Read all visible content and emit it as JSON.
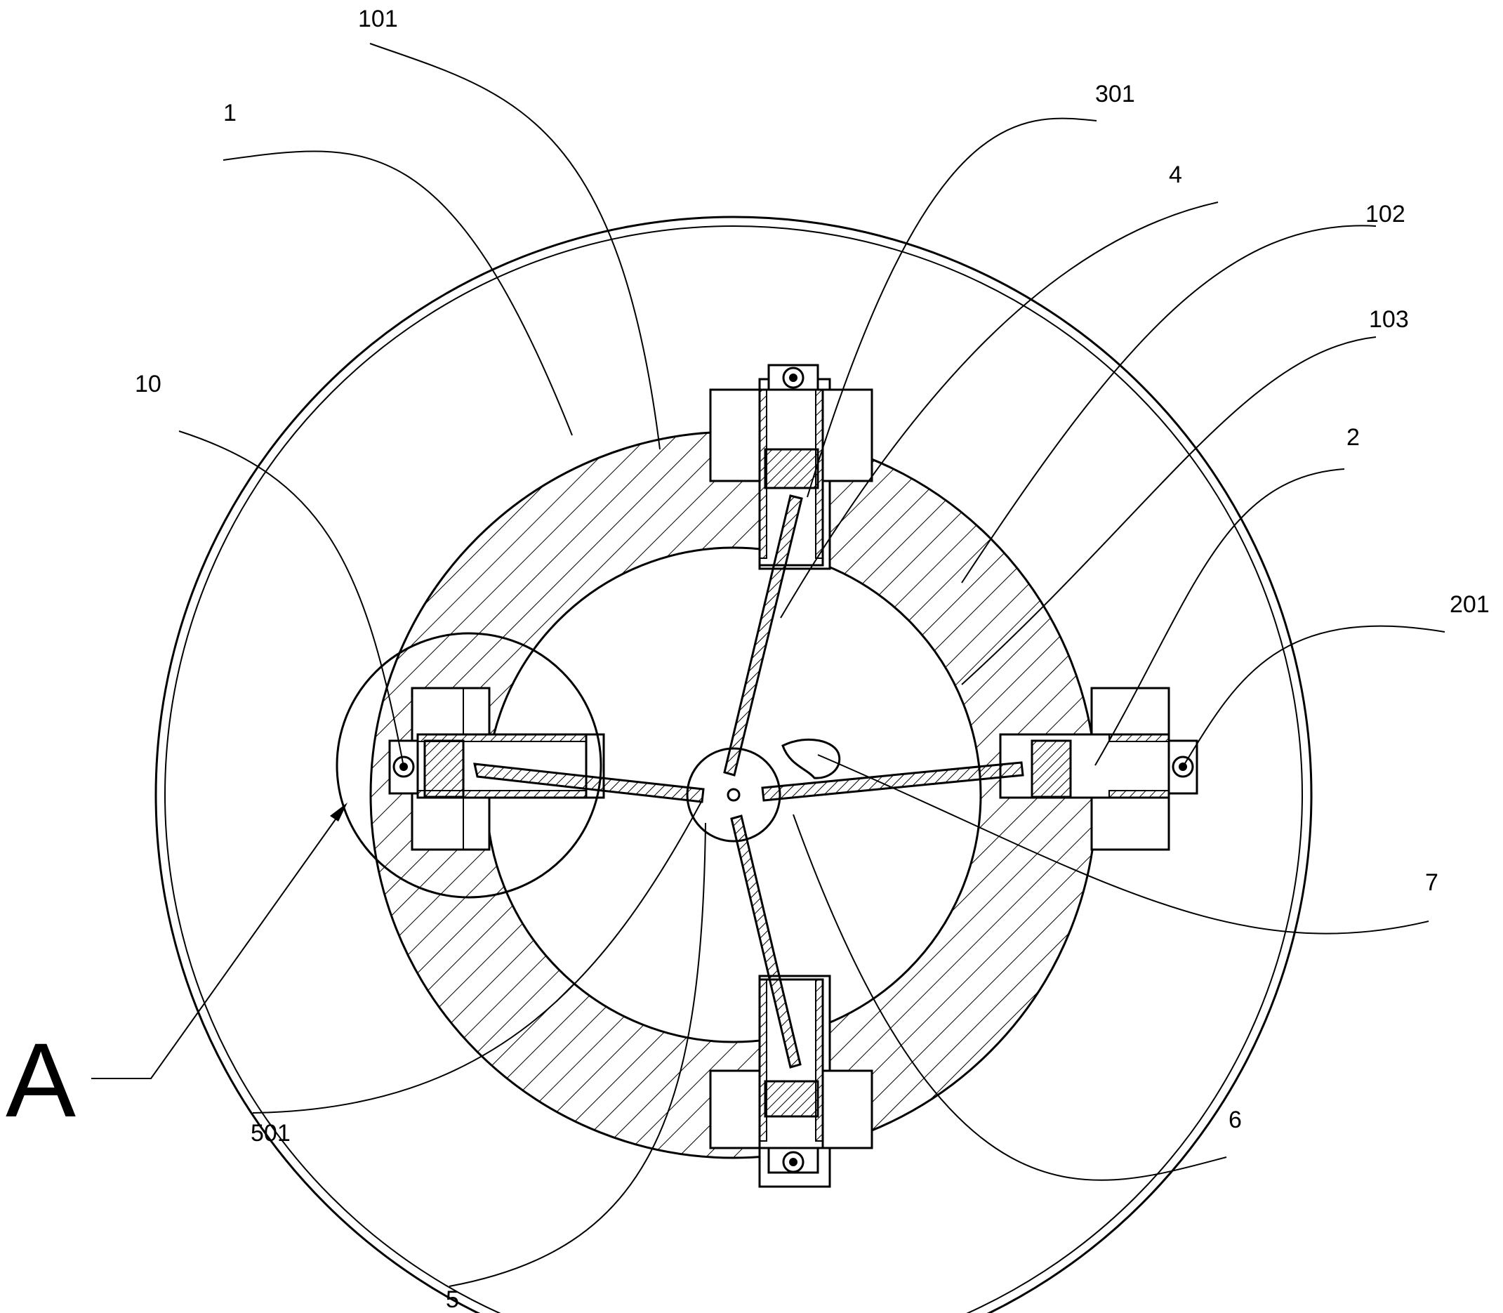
{
  "labels": {
    "l101": "101",
    "l1": "1",
    "l301": "301",
    "l4": "4",
    "l102": "102",
    "l103": "103",
    "l10": "10",
    "l2": "2",
    "l201": "201",
    "l7": "7",
    "lA": "A",
    "l501": "501",
    "l6": "6",
    "l5": "5"
  }
}
